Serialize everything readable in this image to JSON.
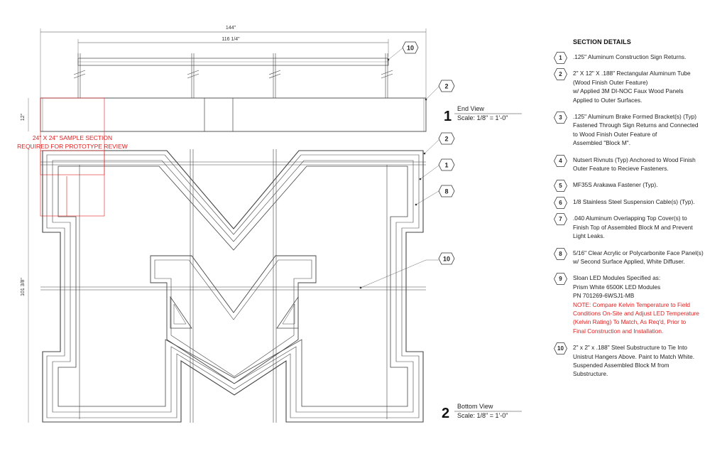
{
  "dimensions": {
    "overall_width": "144\"",
    "substructure_width": "116 1/4\"",
    "end_view_height": "12\"",
    "bottom_view_height": "101 3/8\""
  },
  "sample_note": {
    "line1": "24\" X 24\" SAMPLE SECTION",
    "line2": "REQUIRED FOR PROTOTYPE REVIEW",
    "color": "#e02020"
  },
  "views": [
    {
      "number": "1",
      "title": "End View",
      "scale": "Scale: 1/8\" = 1'-0\""
    },
    {
      "number": "2",
      "title": "Bottom View",
      "scale": "Scale: 1/8\" = 1'-0\""
    }
  ],
  "callouts": {
    "end_view_top": "10",
    "end_view_side": "2",
    "bottom_a": "2",
    "bottom_b": "1",
    "bottom_c": "8",
    "bottom_d": "10"
  },
  "section_details": {
    "title": "SECTION DETAILS",
    "items": [
      {
        "num": "1",
        "lines": [
          ".125\" Aluminum Construction Sign Returns."
        ]
      },
      {
        "num": "2",
        "lines": [
          "2\" X 12\" X .188\" Rectangular Aluminum Tube",
          "(Wood Finish Outer Feature)",
          "w/ Applied 3M DI-NOC Faux Wood Panels",
          "Applied to Outer Surfaces."
        ]
      },
      {
        "num": "3",
        "lines": [
          ".125\" Aluminum Brake Formed Bracket(s) (Typ)",
          "Fastened Through Sign Returns and Connected",
          "to Wood Finish Outer Feature of",
          "Assembled \"Block M\"."
        ]
      },
      {
        "num": "4",
        "lines": [
          "Nutsert Rivnuts (Typ) Anchored to Wood Finish",
          "Outer Feature to Recieve Fasteners."
        ]
      },
      {
        "num": "5",
        "lines": [
          "MF35S Arakawa Fastener (Typ)."
        ]
      },
      {
        "num": "6",
        "lines": [
          "1/8 Stainless Steel Suspension Cable(s) (Typ)."
        ]
      },
      {
        "num": "7",
        "lines": [
          ".040 Aluminum Overlapping Top Cover(s) to",
          "Finish Top of Assembled Block M and Prevent",
          "Light Leaks."
        ]
      },
      {
        "num": "8",
        "lines": [
          "5/16\" Clear Acrylic or Polycarbonite Face Panel(s)",
          "w/ Second Surface Applied, White Diffuser."
        ]
      },
      {
        "num": "9",
        "lines": [
          "Sloan LED Modules Specified as:",
          "Prism White 6500K LED Modules",
          "PN 701269-6WSJ1-MB"
        ],
        "note_lines": [
          "NOTE: Compare Kelvin Temperature to Field",
          "Conditions On-Site and Adjust LED Temperature",
          "(Kelvin Rating) To Match, As Req'd, Prior to",
          "Final Construction and Installation."
        ]
      },
      {
        "num": "10",
        "lines": [
          "2\" x 2\" x .188\" Steel Substructure to Tie Into",
          "Unistrut Hangers Above. Paint to Match White.",
          "Suspended Assembled Block M from",
          "Substructure."
        ]
      }
    ]
  }
}
